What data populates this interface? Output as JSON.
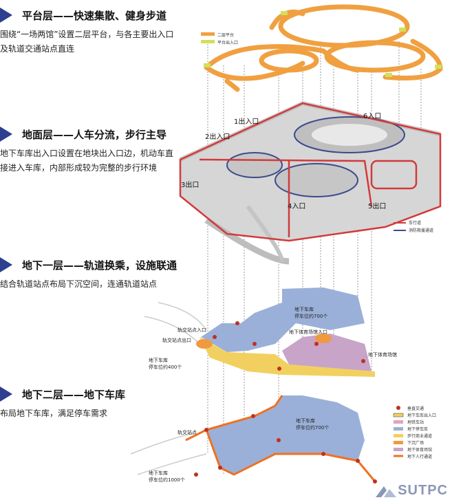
{
  "sections": [
    {
      "title": "平台层——快速集散、健身步道",
      "desc": "围绕“一场两馆”设置二层平台，与各主要出入口及轨道交通站点直连"
    },
    {
      "title": "地面层——人车分流，步行主导",
      "desc": "地下车库出入口设置在地块出入口边，机动车直接进入车库，内部形成较为完整的步行环境"
    },
    {
      "title": "地下一层——轨道换乘，设施联通",
      "desc": "结合轨道站点布局下沉空间，连通轨道站点"
    },
    {
      "title": "地下二层——地下车库",
      "desc": "布局地下车库，满足停车需求"
    }
  ],
  "diagram": {
    "platform_legend": [
      "二层平台",
      "平台出入口"
    ],
    "entrances": [
      "1出入口",
      "2出入口",
      "3出口",
      "4入口",
      "5出口",
      "6入口"
    ],
    "ground_legend": [
      "车行道",
      "消防救援通道"
    ],
    "b1_labels": {
      "garage_top": "地下车库",
      "garage_top_spaces": "停车位约700个",
      "gym_entrance": "地下体育场馆入口",
      "gym": "地下体育场馆",
      "rail_entrance": "轨交站点入口",
      "rail_station": "轨交站点出口",
      "garage_left": "地下车库",
      "garage_left_spaces": "停车位约400个"
    },
    "b2_labels": {
      "rail": "轨交站点",
      "garage_top": "地下车库",
      "garage_top_spaces": "停车位约700个",
      "garage_bottom": "地下车库",
      "garage_bottom_spaces": "停车位约1000个"
    },
    "bottom_legend": [
      "垂直交通",
      "地下车库出入口",
      "地铁车站",
      "地下停车库",
      "步行商业通道",
      "下沉广场",
      "地下体育场馆",
      "地下人行通道"
    ]
  },
  "logo": "SUTPC",
  "colors": {
    "triangle": "#2d3f8f",
    "platform": "#f0a040",
    "road": "#d23a3a",
    "fire": "#3c4a8c",
    "garage": "#9ab0d8",
    "gym": "#c8a4c8",
    "walk": "#f2d060",
    "sunken": "#f09a40"
  }
}
